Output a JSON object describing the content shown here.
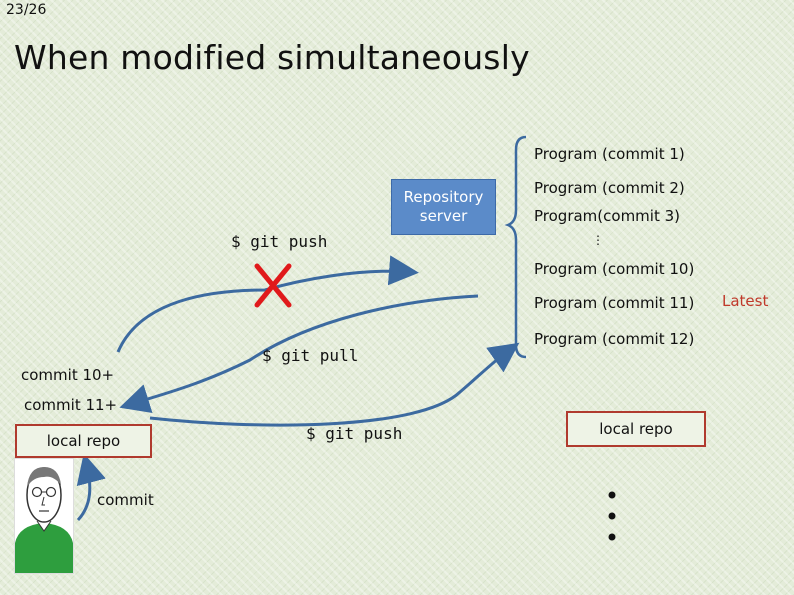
{
  "slide": {
    "number": "23/26",
    "title": "When modified simultaneously"
  },
  "server": {
    "label_line1": "Repository",
    "label_line2": "server"
  },
  "commits": [
    "Program (commit 1)",
    "Program (commit 2)",
    "Program(commit 3)",
    "⋮",
    "Program (commit 10)",
    "Program (commit 11)",
    "Program (commit 12)"
  ],
  "latest_label": "Latest",
  "commands": {
    "push_top": "$ git push",
    "pull": "$ git pull",
    "push_bottom": "$ git push"
  },
  "left": {
    "commit10": "commit 10+",
    "commit11": "commit 11+",
    "local_repo": "local repo",
    "commit": "commit"
  },
  "right": {
    "local_repo": "local repo"
  },
  "colors": {
    "arrow": "#3c6aa0",
    "reject": "#e0191b",
    "box_border": "#b03a2e",
    "server_fill": "#5b8bc9",
    "latest": "#c0392b",
    "shirt": "#2e9e3e"
  }
}
